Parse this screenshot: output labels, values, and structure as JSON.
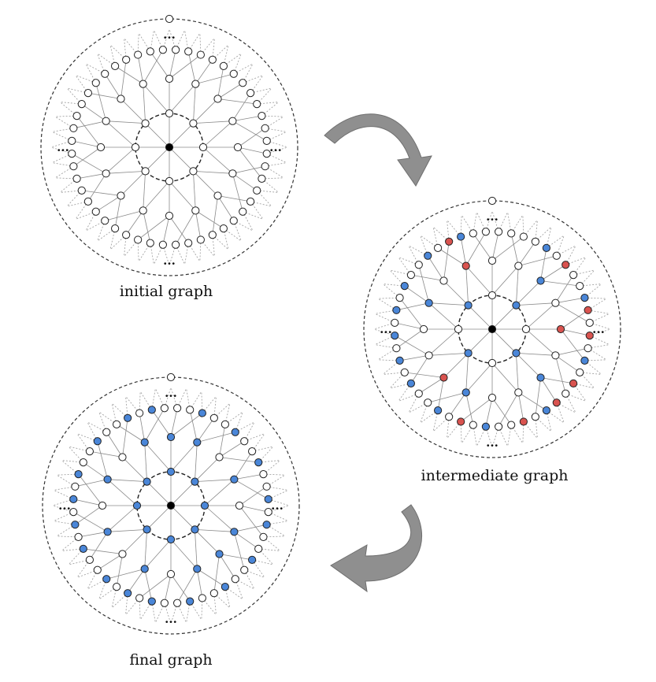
{
  "colors": {
    "background": "#ffffff",
    "node_default": "#ffffff",
    "node_center": "#000000",
    "node_blue": "#4a86d8",
    "node_red": "#d9534f",
    "arrow_fill": "#8f8f8f"
  },
  "graphs": [
    {
      "id": "initial",
      "caption": "initial graph",
      "ellipsis": [
        "...",
        "...",
        "...",
        "..."
      ],
      "blue_nodes": [],
      "red_nodes": []
    },
    {
      "id": "intermediate",
      "caption": "intermediate graph",
      "ellipsis": [
        "...",
        "...",
        "...",
        "..."
      ],
      "blue_nodes": [
        "r1-1",
        "r1-3",
        "r1-5",
        "r1-7",
        "r2-2",
        "r2-6",
        "r2-9",
        "r2-13",
        "r3-4",
        "r3-9",
        "r3-14",
        "r3-19",
        "r3-24",
        "r3-28",
        "r3-31",
        "r3-33",
        "r3-35",
        "r3-37",
        "r3-39",
        "r3-42",
        "r3-45"
      ],
      "red_nodes": [
        "r2-4",
        "r2-10",
        "r2-15",
        "r3-6",
        "r3-10",
        "r3-12",
        "r3-16",
        "r3-18",
        "r3-21",
        "r3-26",
        "r3-44"
      ]
    },
    {
      "id": "final",
      "caption": "final graph",
      "ellipsis": [
        "...",
        "...",
        "...",
        "..."
      ],
      "blue_nodes": [
        "r1-0",
        "r1-1",
        "r1-2",
        "r1-3",
        "r1-4",
        "r1-5",
        "r1-6",
        "r1-7",
        "r2-0",
        "r2-1",
        "r2-3",
        "r2-5",
        "r2-6",
        "r2-7",
        "r2-9",
        "r2-11",
        "r2-13",
        "r2-15",
        "r3-2",
        "r3-5",
        "r3-8",
        "r3-11",
        "r3-13",
        "r3-16",
        "r3-19",
        "r3-22",
        "r3-25",
        "r3-27",
        "r3-29",
        "r3-32",
        "r3-34",
        "r3-36",
        "r3-38",
        "r3-41",
        "r3-44",
        "r3-46"
      ],
      "red_nodes": []
    }
  ],
  "arrows": [
    {
      "from": "initial",
      "to": "intermediate"
    },
    {
      "from": "intermediate",
      "to": "final"
    }
  ]
}
